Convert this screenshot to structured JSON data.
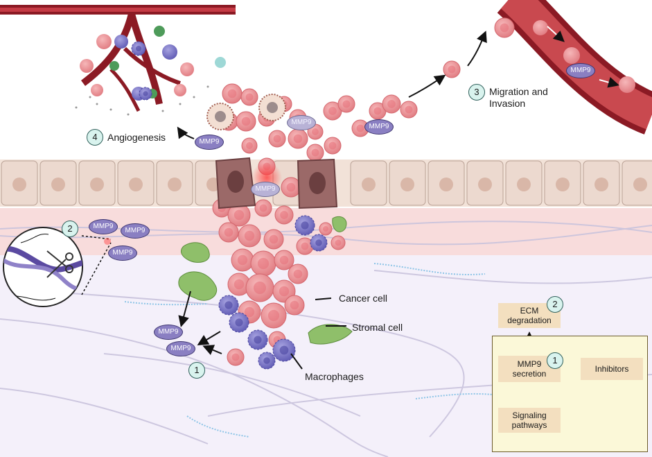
{
  "labels": {
    "angiogenesis": "Angiogenesis",
    "migration": "Migration and",
    "invasion": "Invasion",
    "cancer_cell": "Cancer cell",
    "stromal_cell": "Stromal cell",
    "macrophages": "Macrophages"
  },
  "numbers": {
    "one": "1",
    "two": "2",
    "three": "3",
    "four": "4"
  },
  "mmp9": "MMP9",
  "panel": {
    "ecm_line1": "ECM",
    "ecm_line2": "degradation",
    "secretion_line1": "MMP9",
    "secretion_line2": "secretion",
    "inhibitors": "Inhibitors",
    "signaling_line1": "Signaling",
    "signaling_line2": "pathways"
  },
  "colors": {
    "vessel": "#8b1a24",
    "cancer": "#e98d92",
    "macrophage": "#7a76c6",
    "stromal": "#8fbf6a",
    "epithelium": "#ecd9cf",
    "basement": "#f8dcdc",
    "ecm_bg": "#f4f0fa",
    "box": "#f3dfbf",
    "panel_bg": "#fbf8d8",
    "mmp9": "#8a7fc2",
    "badge": "#d9f3ee"
  }
}
